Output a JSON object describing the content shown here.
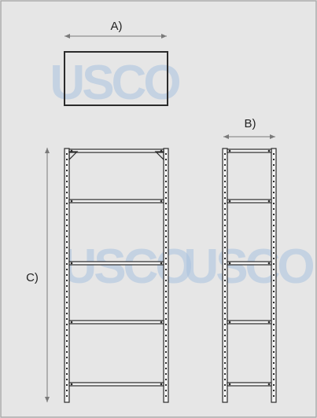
{
  "labels": {
    "a": "A)",
    "b": "B)",
    "c": "C)"
  },
  "watermark": {
    "text": "USCO"
  },
  "colors": {
    "panel_bg": "#e6e6e6",
    "panel_border": "#a9a9a9",
    "line": "#2b2b2b",
    "arrow": "#7a7a7a",
    "watermark": "#a9c3e0"
  }
}
